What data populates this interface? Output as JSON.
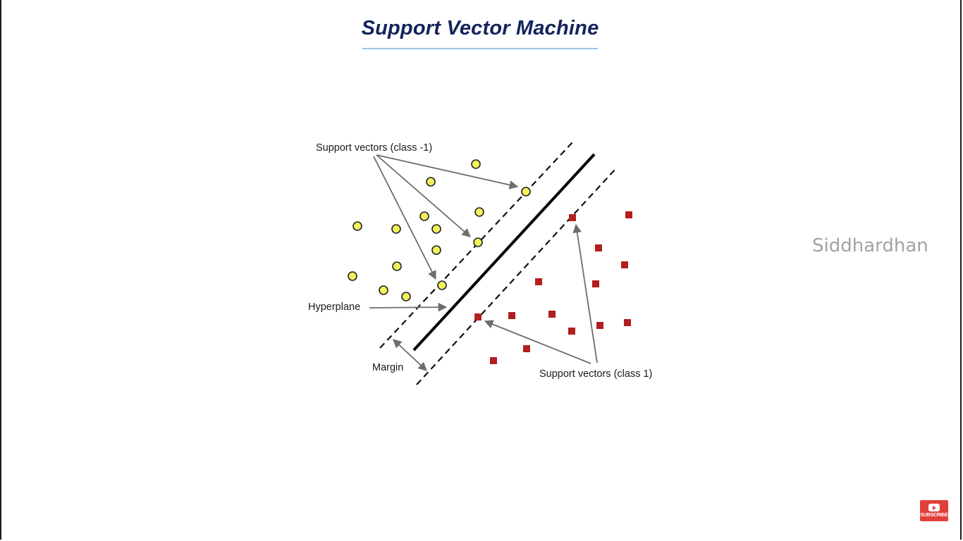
{
  "slide": {
    "title": "Support Vector Machine",
    "watermark": "Siddhardhan"
  },
  "diagram": {
    "labels": {
      "support_vectors_neg": "Support vectors (class -1)",
      "support_vectors_pos": "Support vectors (class 1)",
      "hyperplane": "Hyperplane",
      "margin": "Margin"
    },
    "classes": {
      "negative": {
        "marker": "circle",
        "color": "#f2f25a"
      },
      "positive": {
        "marker": "square",
        "color": "#b21f1f"
      }
    }
  },
  "subscribe_button": {
    "label": "SUBSCRIBE",
    "icon": "youtube-play-icon",
    "color": "#e0403a"
  }
}
